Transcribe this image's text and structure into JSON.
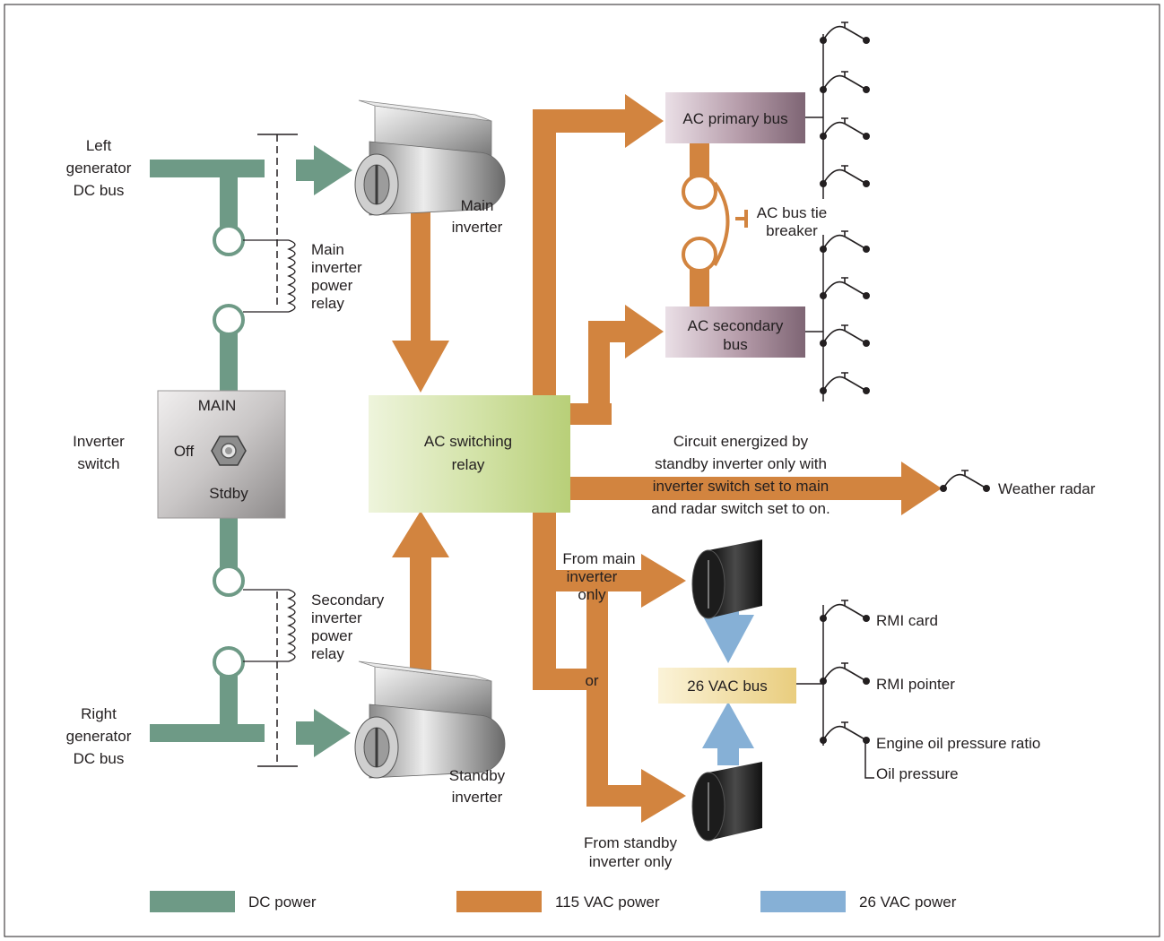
{
  "colors": {
    "dc": "#6e9a86",
    "ac115": "#d2843f",
    "ac26": "#86b0d6",
    "bus_box": "#a58a99",
    "relay_box": "#c9dc96",
    "vac26_box": "#f0dca0"
  },
  "labels": {
    "left_gen": [
      "Left",
      "generator",
      "DC bus"
    ],
    "right_gen": [
      "Right",
      "generator",
      "DC bus"
    ],
    "main_inverter": [
      "Main",
      "inverter"
    ],
    "standby_inverter": [
      "Standby",
      "inverter"
    ],
    "main_relay": [
      "Main",
      "inverter",
      "power",
      "relay"
    ],
    "secondary_relay": [
      "Secondary",
      "inverter",
      "power",
      "relay"
    ],
    "inverter_switch": [
      "Inverter",
      "switch"
    ],
    "switch_main": "MAIN",
    "switch_off": "Off",
    "switch_stdby": "Stdby",
    "ac_switching_relay": [
      "AC switching",
      "relay"
    ],
    "ac_primary_bus": "AC primary bus",
    "ac_secondary_bus": [
      "AC secondary",
      "bus"
    ],
    "ac_bus_tie": [
      "AC bus tie",
      "breaker"
    ],
    "circuit_note": [
      "Circuit energized by",
      "standby inverter only with",
      "inverter switch set to main",
      "and radar switch set to on."
    ],
    "weather_radar": "Weather radar",
    "from_main": [
      "From main",
      "inverter",
      "only"
    ],
    "or": "or",
    "from_standby": [
      "From standby",
      "inverter only"
    ],
    "vac26_bus": "26 VAC bus",
    "rmi_card": "RMI card",
    "rmi_pointer": "RMI pointer",
    "engine_oil": "Engine oil pressure ratio",
    "oil_pressure": "Oil pressure"
  },
  "legend": [
    {
      "label": "DC power",
      "color": "#6e9a86"
    },
    {
      "label": "115 VAC power",
      "color": "#d2843f"
    },
    {
      "label": "26 VAC power",
      "color": "#86b0d6"
    }
  ]
}
